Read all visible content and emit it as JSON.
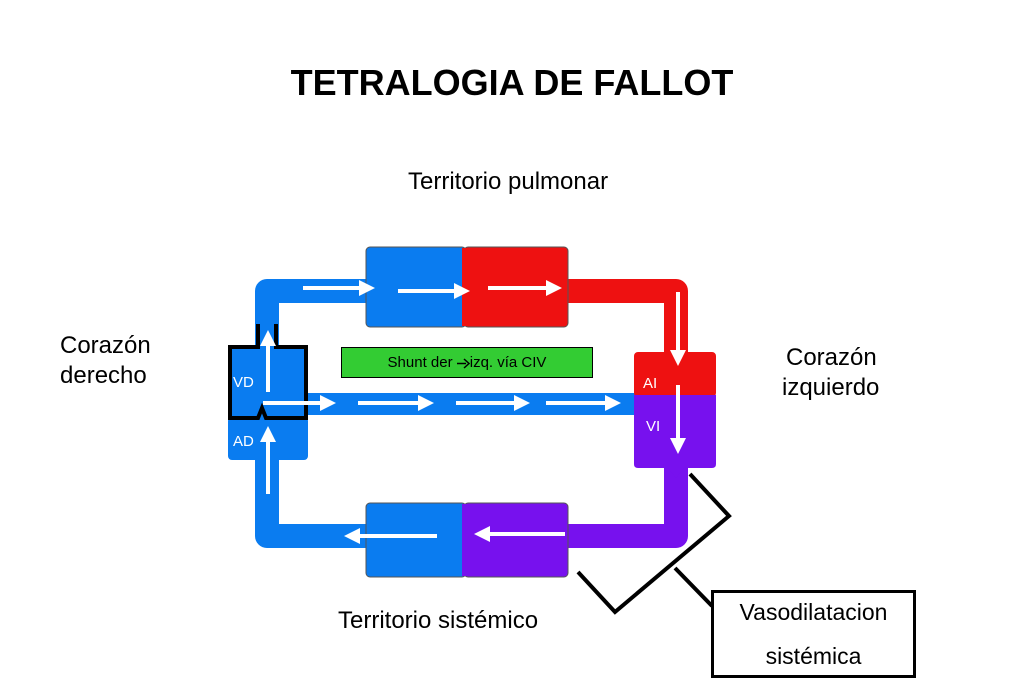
{
  "title": "TETRALOGIA DE FALLOT",
  "labels": {
    "pulmonary_territory": "Territorio pulmonar",
    "systemic_territory": "Territorio sistémico",
    "right_heart_line1": "Corazón",
    "right_heart_line2": "derecho",
    "left_heart_line1": "Corazón",
    "left_heart_line2": "izquierdo"
  },
  "chambers": {
    "rv": "VD",
    "ra": "AD",
    "la": "AI",
    "lv": "VI"
  },
  "shunt_prefix": "Shunt der ",
  "shunt_suffix": "izq. vía CIV",
  "vasodilation_line1": "Vasodilatacion",
  "vasodilation_line2": "sistémica",
  "colors": {
    "venous": "#0a7cf0",
    "arterial": "#ee1111",
    "mixed": "#7711ee",
    "shunt": "#33cc33"
  }
}
